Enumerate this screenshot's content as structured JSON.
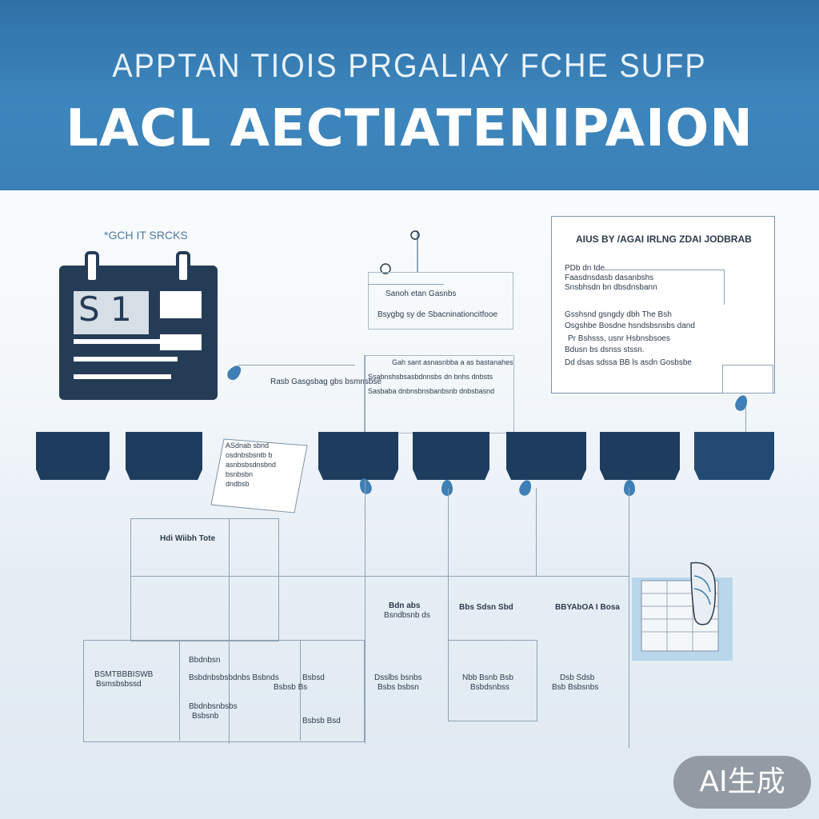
{
  "banner": {
    "subtitle": "APPTAN  TIOIS PRGALIAY FCHE SUFP",
    "title": "LACL AECTIATENIPAION"
  },
  "calendar": {
    "caption": "*GCH IT SRCKS",
    "number": "S 1"
  },
  "center_top": {
    "label_a": "Sanoh etan Gasnbs",
    "label_b": "Bsygbg sy de Sbacninationcitfooe",
    "left_note": "Rasb Gasgsbag gbs bsmnsbse",
    "para_1": "Gah sant asnasnbba a as bastanahes",
    "para_2": "Ssabnshsbsasbdnnsbs dn bnhs dnbsts",
    "para_3": "Sasbaba dnbnsbnsbanbsnb dnbsbasnd"
  },
  "right_card": {
    "title": "AIUS BY /AGAI IRLNG ZDAI JODBRAB",
    "line_1": "PDb dn tde",
    "line_2": "Faasdnsdasb dasanbshs",
    "line_3": "Snsbhsdn bn dbsdnsbann",
    "line_4": "Gsshsnd gsngdy dbh The Bsh",
    "line_5": "Osgshbe Bosdne hsndsbsnsbs dand",
    "line_6": "Pr Bshsss, usnr Hsbnsbsoes",
    "line_7": "Bdusn bs dsnss stssn.",
    "line_8": "Dd dsas sdssa BB ls asdn Gosbsbe"
  },
  "mid_note": {
    "line_1": "ASdnab sbnd",
    "line_2": "osdnbsbsntb b",
    "line_3": "asnbsbsdnsbnd",
    "line_4": "bsnbsbn",
    "line_5": "dndbsb"
  },
  "grid": {
    "box_a": "Hdi Wiibh Tote",
    "box_b_1": "Bdn abs",
    "box_b_2": "Bsndbsnb ds",
    "box_c": "Bbs Sdsn Sbd",
    "box_d": "BBYAbOA I Bosa",
    "row_1_1": "BSMTBBBISWB",
    "row_1_2": "Bsmsbsbssd",
    "row_2_1": "Bbdnbsn",
    "row_2_2": "Bsbdnbsbsbdnbs Bsbnds",
    "row_2_3": "Bsbsb Bs",
    "row_2_4": "Bsbsd",
    "row_3_1": "Bbdnbsnbsbs",
    "row_3_2": "Bsbsnb",
    "row_3_3": "Bsbsb Bsd",
    "col_d_1": "Dsslbs bsnbs",
    "col_d_2": "Bsbs bsbsn",
    "col_e_1": "Nbb Bsnb Bsb",
    "col_e_2": "Bsbdsnbss",
    "col_f_1": "Dsb Sdsb",
    "col_f_2": "Bsb Bsbsnbs"
  },
  "badge": "AI生成",
  "colors": {
    "banner": "#3a80b6",
    "navy": "#1e3d5e",
    "accent": "#3e7fb5"
  }
}
